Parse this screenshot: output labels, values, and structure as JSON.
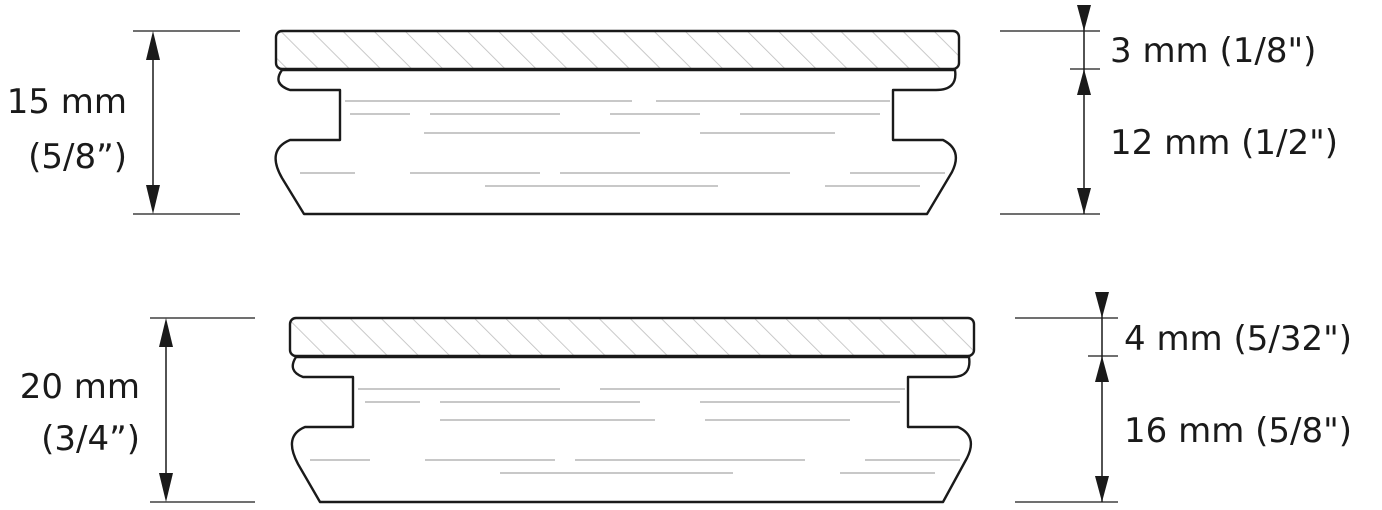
{
  "colors": {
    "ink": "#1a1a1a",
    "grain": "#c8c8c8",
    "background": "#ffffff"
  },
  "profiles": [
    {
      "total_line1": "15 mm",
      "total_line2": "(5/8”)",
      "top_layer": "3 mm (1/8\")",
      "bottom_layer": "12 mm (1/2\")"
    },
    {
      "total_line1": "20 mm",
      "total_line2": "(3/4”)",
      "top_layer": "4 mm (5/32\")",
      "bottom_layer": "16 mm (5/8\")"
    }
  ]
}
